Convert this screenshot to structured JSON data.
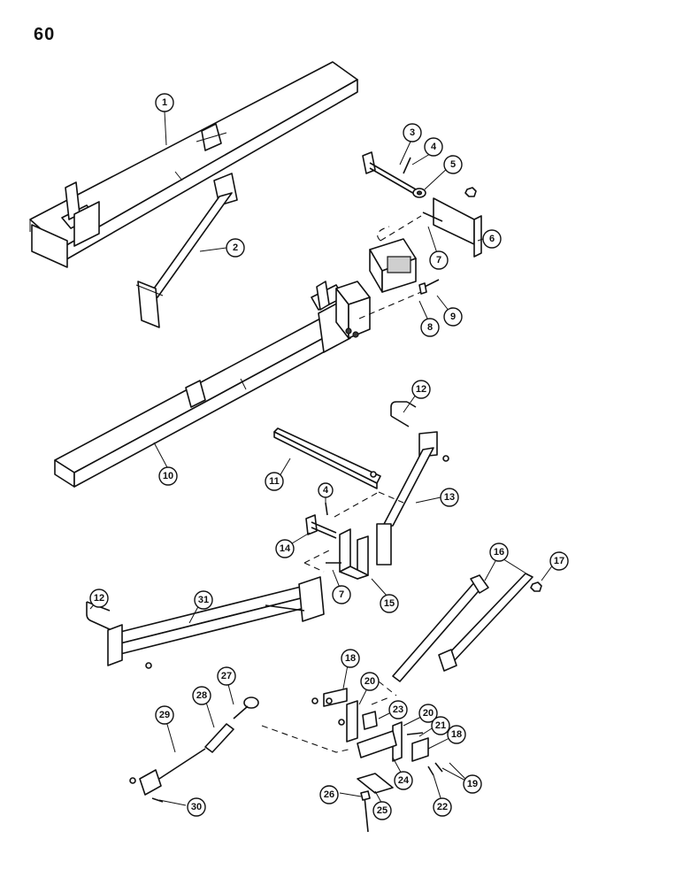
{
  "page": {
    "number": "60"
  },
  "callouts": [
    {
      "id": "c1",
      "label": "1"
    },
    {
      "id": "c2",
      "label": "2"
    },
    {
      "id": "c3",
      "label": "3"
    },
    {
      "id": "c4a",
      "label": "4"
    },
    {
      "id": "c5",
      "label": "5"
    },
    {
      "id": "c6",
      "label": "6"
    },
    {
      "id": "c7a",
      "label": "7"
    },
    {
      "id": "c8",
      "label": "8"
    },
    {
      "id": "c9",
      "label": "9"
    },
    {
      "id": "c10",
      "label": "10"
    },
    {
      "id": "c11",
      "label": "11"
    },
    {
      "id": "c12a",
      "label": "12"
    },
    {
      "id": "c13",
      "label": "13"
    },
    {
      "id": "c4b",
      "label": "4"
    },
    {
      "id": "c14",
      "label": "14"
    },
    {
      "id": "c7b",
      "label": "7"
    },
    {
      "id": "c15",
      "label": "15"
    },
    {
      "id": "c16",
      "label": "16"
    },
    {
      "id": "c17",
      "label": "17"
    },
    {
      "id": "c12b",
      "label": "12"
    },
    {
      "id": "c31",
      "label": "31"
    },
    {
      "id": "c18a",
      "label": "18"
    },
    {
      "id": "c20a",
      "label": "20"
    },
    {
      "id": "c23",
      "label": "23"
    },
    {
      "id": "c20b",
      "label": "20"
    },
    {
      "id": "c21",
      "label": "21"
    },
    {
      "id": "c18b",
      "label": "18"
    },
    {
      "id": "c19",
      "label": "19"
    },
    {
      "id": "c22",
      "label": "22"
    },
    {
      "id": "c24",
      "label": "24"
    },
    {
      "id": "c25",
      "label": "25"
    },
    {
      "id": "c26",
      "label": "26"
    },
    {
      "id": "c27",
      "label": "27"
    },
    {
      "id": "c28",
      "label": "28"
    },
    {
      "id": "c29",
      "label": "29"
    },
    {
      "id": "c30",
      "label": "30"
    }
  ]
}
